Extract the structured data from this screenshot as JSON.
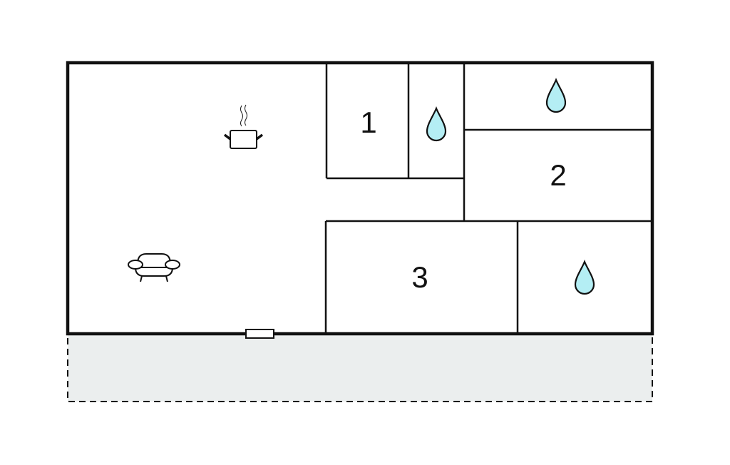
{
  "plan": {
    "rooms": [
      {
        "label": "1",
        "type": "bedroom"
      },
      {
        "label": "2",
        "type": "bedroom"
      },
      {
        "label": "3",
        "type": "bedroom"
      }
    ],
    "icons": [
      "kitchen-pot-icon",
      "sofa-icon",
      "water-drop-icon"
    ],
    "colors": {
      "wall": "#111111",
      "water": "#b4eef4",
      "terrace": "#ebeeee"
    }
  }
}
